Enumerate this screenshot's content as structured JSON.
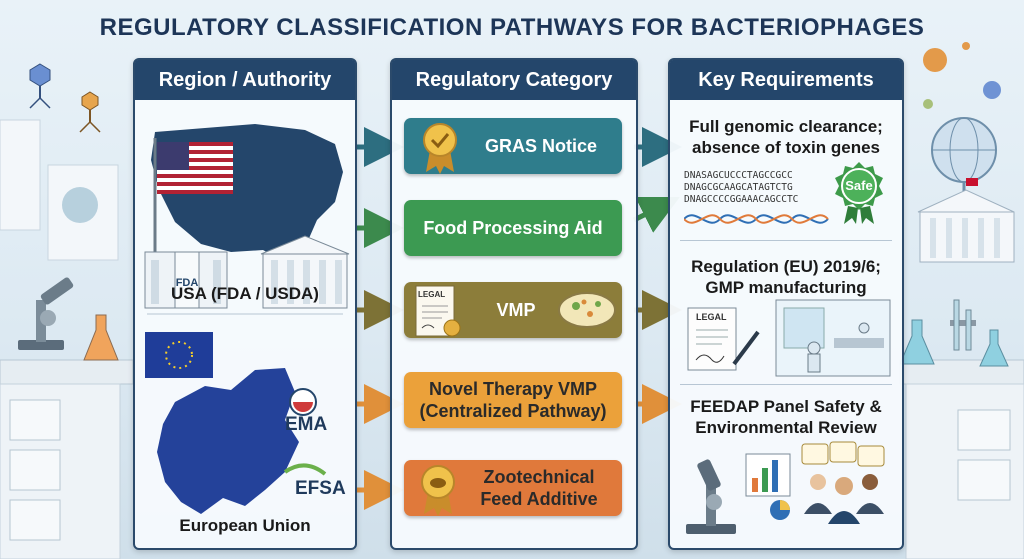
{
  "title": "REGULATORY CLASSIFICATION PATHWAYS FOR BACTERIOPHAGES",
  "columns": {
    "region": "Region / Authority",
    "category": "Regulatory Category",
    "requirements": "Key Requirements"
  },
  "regions": {
    "usa": {
      "label": "USA (FDA / USDA)",
      "agency_logo": "FDA"
    },
    "eu": {
      "label": "European Union",
      "agency_ema": "EMA",
      "agency_efsa": "EFSA"
    }
  },
  "categories": [
    {
      "label": "GRAS Notice",
      "color": "#2f7d8c"
    },
    {
      "label": "Food Processing Aid",
      "color": "#3c9a52"
    },
    {
      "label": "VMP",
      "color": "#8c7d3a"
    },
    {
      "label": "Novel Therapy VMP",
      "label2": "(Centralized Pathway)",
      "color": "#eba13a"
    },
    {
      "label": "Zootechnical",
      "label2": "Feed Additive",
      "color": "#e0793b"
    }
  ],
  "requirements": {
    "genomic": {
      "line1": "Full genomic clearance;",
      "line2": "absence of toxin genes"
    },
    "dna": [
      "DNASAGCUCCCTAGCCGCC",
      "DNAGCGCAAGCATAGTCTG",
      "DNAGCCCCGGAAACAGCCTC"
    ],
    "safe_seal": "Safe",
    "regulation": {
      "line1": "Regulation (EU) 2019/6;",
      "line2": "GMP manufacturing"
    },
    "feedap": {
      "line1": "FEEDAP Panel Safety &",
      "line2": "Environmental Review"
    }
  },
  "document_label": "LEGAL",
  "colors": {
    "header": "#24466b",
    "title": "#1d3557",
    "arrow_teal": "#2d6e80",
    "arrow_green": "#3c8a4d",
    "arrow_olive": "#7d7236",
    "arrow_orange": "#e0903a"
  }
}
